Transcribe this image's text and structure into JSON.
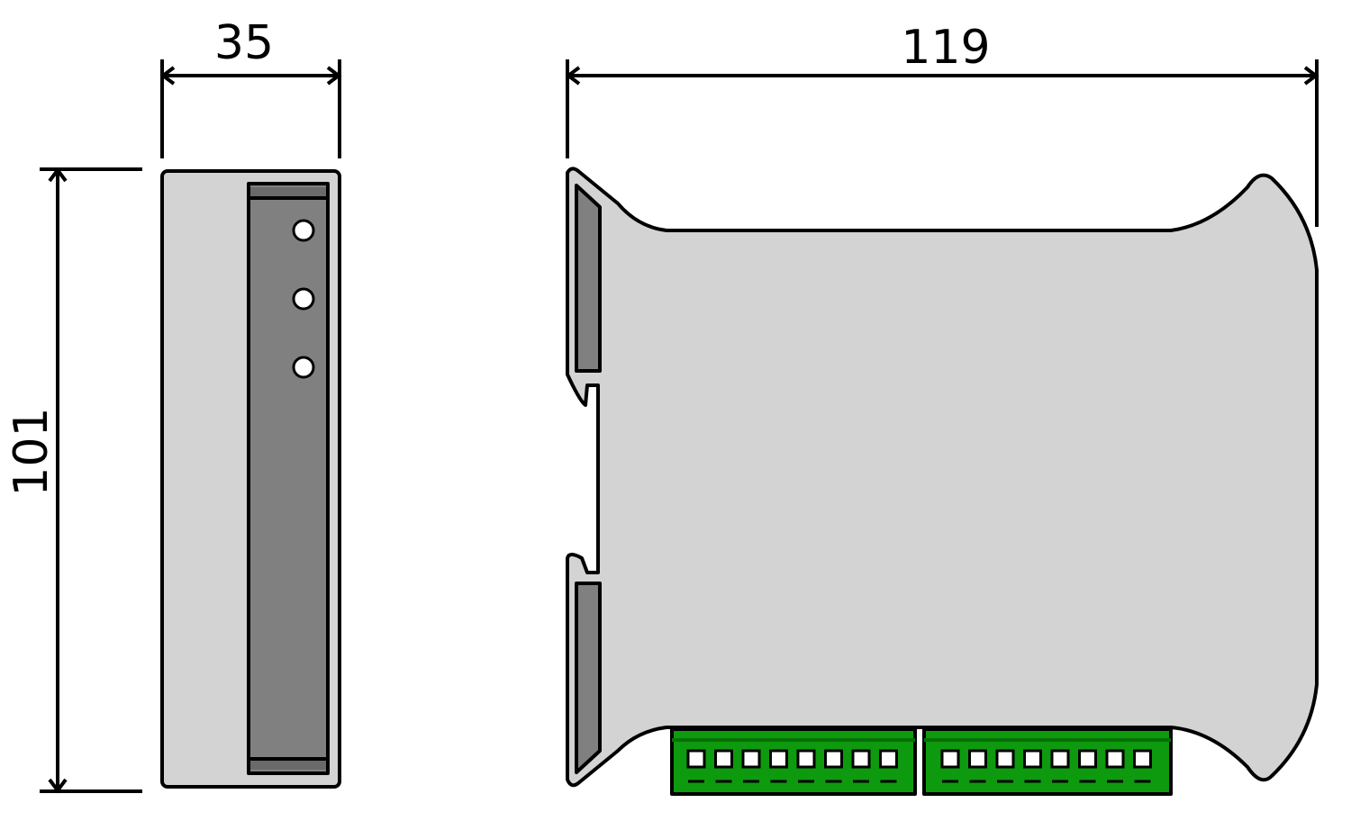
{
  "dimensions": {
    "width_side": "35",
    "width_front": "119",
    "height": "101"
  },
  "colors": {
    "housing": "#d3d3d3",
    "panel": "#808080",
    "terminal_block": "#0e9a0e",
    "led": "#ffffff",
    "outline": "#000000"
  },
  "side_view": {
    "led_count": 3
  },
  "front_view": {
    "terminal_blocks": [
      {
        "screw_count": 8
      },
      {
        "screw_count": 8
      }
    ]
  }
}
